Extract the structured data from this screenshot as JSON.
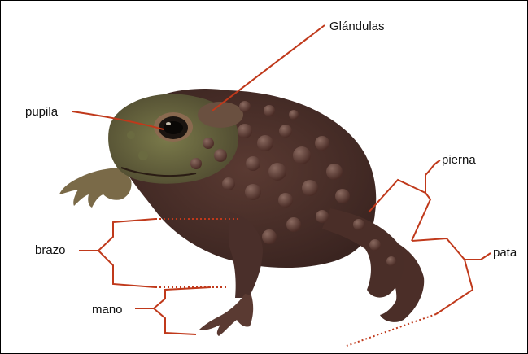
{
  "labels": {
    "glandulas": "Glándulas",
    "pupila": "pupila",
    "pierna": "pierna",
    "brazo": "brazo",
    "pata": "pata",
    "mano": "mano"
  },
  "colors": {
    "leader": "#c0391b",
    "toad_dark": "#4a2f2a",
    "toad_mid": "#6b4a40",
    "toad_olive": "#6a6a40",
    "wart": "#5a3a34"
  }
}
